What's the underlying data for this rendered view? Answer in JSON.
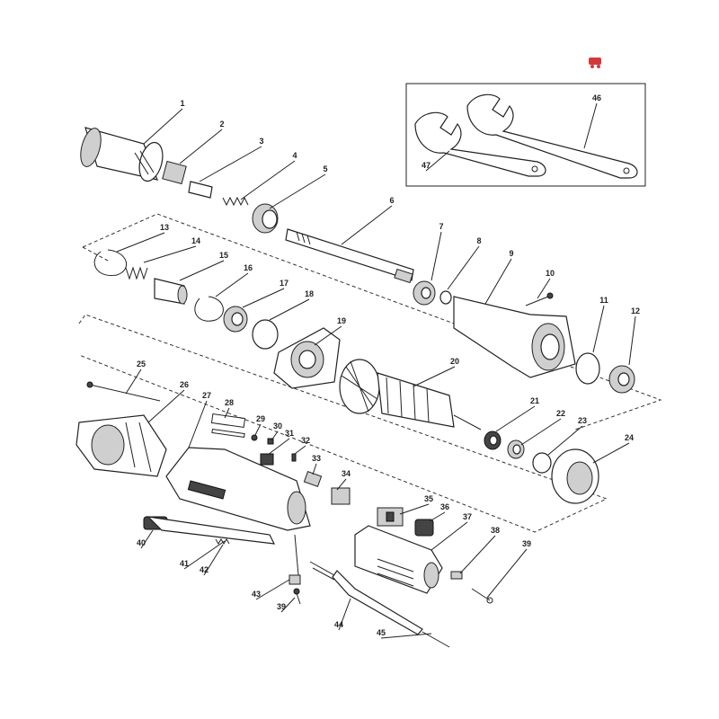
{
  "diagram": {
    "part_numbers": [
      "1",
      "2",
      "3",
      "4",
      "5",
      "6",
      "7",
      "8",
      "9",
      "10",
      "11",
      "12",
      "13",
      "14",
      "15",
      "16",
      "17",
      "18",
      "19",
      "20",
      "21",
      "22",
      "23",
      "24",
      "25",
      "26",
      "27",
      "28",
      "29",
      "30",
      "31",
      "32",
      "33",
      "34",
      "35",
      "36",
      "37",
      "38",
      "39",
      "40",
      "41",
      "42",
      "43",
      "39",
      "44",
      "45",
      "46",
      "47"
    ],
    "logo_color": "#d23a3a",
    "line_color": "#222222"
  }
}
